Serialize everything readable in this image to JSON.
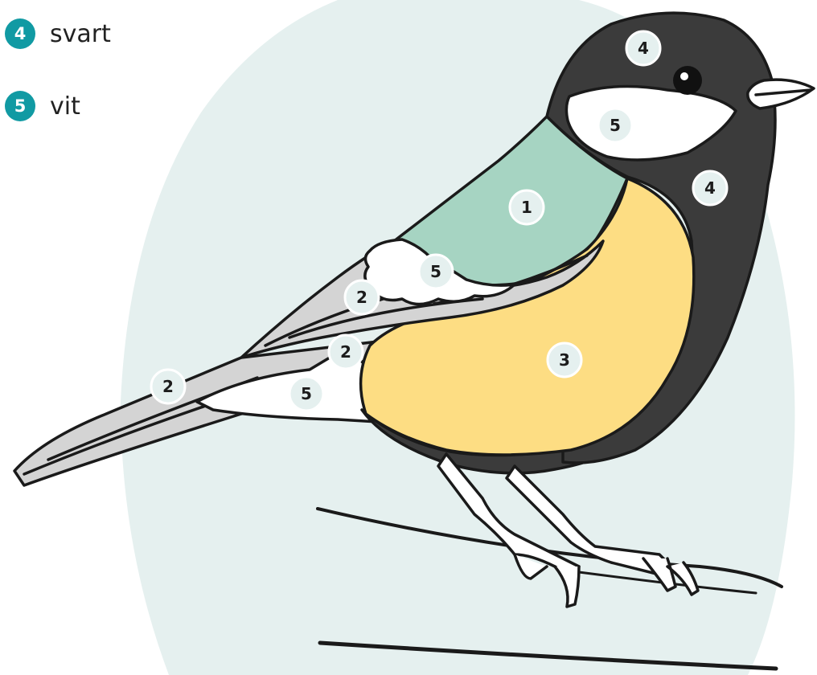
{
  "legend": [
    {
      "number": "4",
      "label": "svart"
    },
    {
      "number": "5",
      "label": "vit"
    }
  ],
  "regions": [
    {
      "id": "crown",
      "number": "4"
    },
    {
      "id": "cheek",
      "number": "5"
    },
    {
      "id": "neck",
      "number": "4"
    },
    {
      "id": "back",
      "number": "1"
    },
    {
      "id": "wing-bar",
      "number": "5"
    },
    {
      "id": "wing-feathers",
      "number": "2"
    },
    {
      "id": "belly",
      "number": "3"
    },
    {
      "id": "lower-wing",
      "number": "2"
    },
    {
      "id": "tail",
      "number": "2"
    },
    {
      "id": "undertail",
      "number": "5"
    }
  ],
  "colors": {
    "badge": "#119aa3",
    "backdrop": "#e5f0ef",
    "black": "#3b3b3b",
    "white": "#ffffff",
    "green": "#a6d4c2",
    "yellow": "#fddd83",
    "grey": "#d4d4d4"
  }
}
